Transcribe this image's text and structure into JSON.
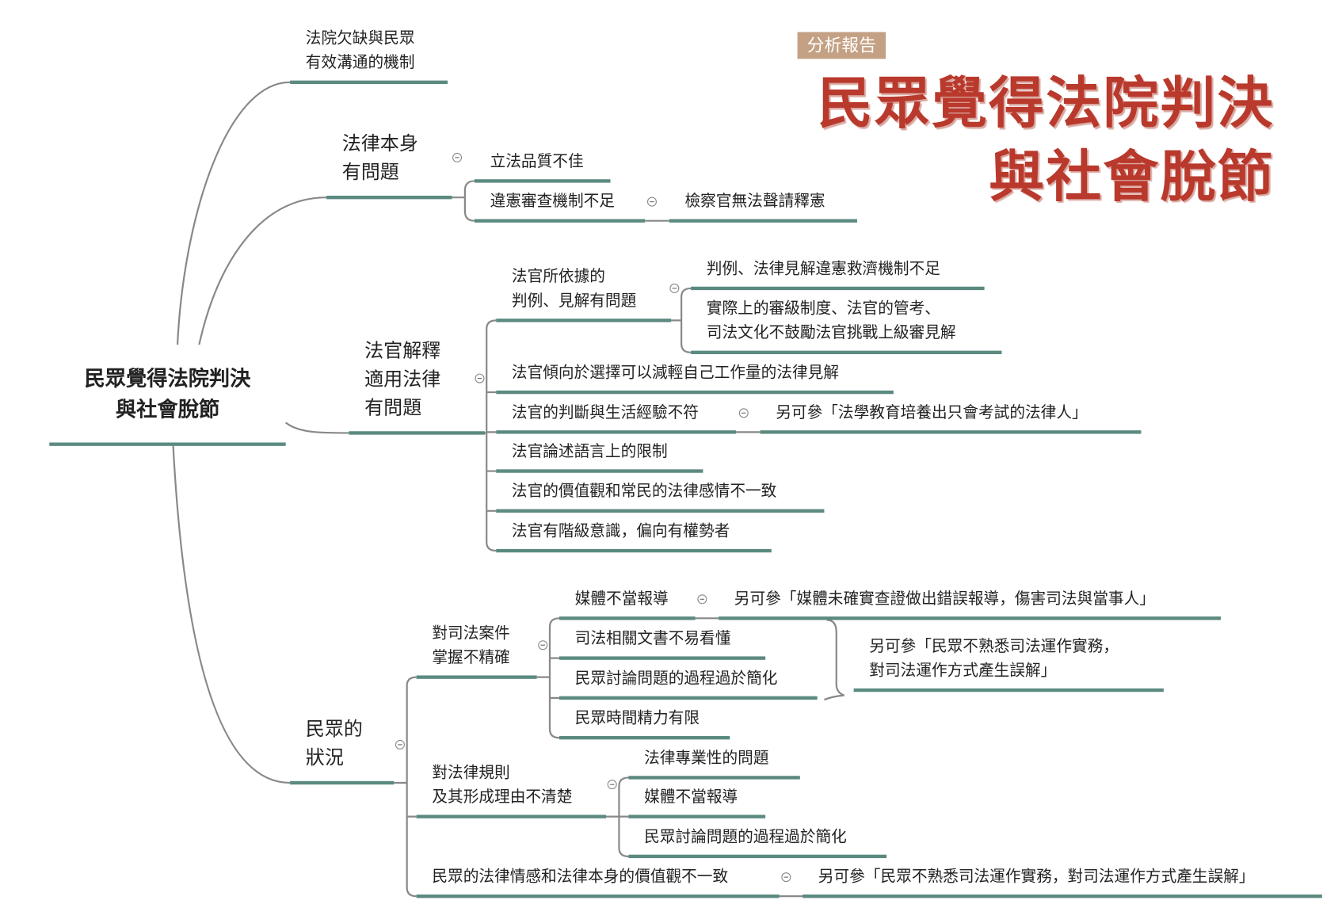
{
  "header": {
    "badge": "分析報告",
    "title_line1": "民眾覺得法院判決",
    "title_line2": "與社會脫節"
  },
  "colors": {
    "title": "#b9392c",
    "badge": "#c4a184",
    "underline": "#5b8a80",
    "connector": "#888888"
  },
  "root": {
    "lines": [
      "民眾覺得法院判決",
      "與社會脫節"
    ]
  },
  "branches": {
    "communication": {
      "lines": [
        "法院欠缺與民眾",
        "有效溝通的機制"
      ]
    },
    "law_itself": {
      "lines": [
        "法律本身",
        "有問題"
      ],
      "children": [
        {
          "label": "立法品質不佳"
        },
        {
          "label": "違憲審查機制不足",
          "note": "檢察官無法聲請釋憲"
        }
      ]
    },
    "judge_interpretation": {
      "lines": [
        "法官解釋",
        "適用法律",
        "有問題"
      ],
      "precedent": {
        "lines": [
          "法官所依據的",
          "判例、見解有問題"
        ],
        "children": [
          {
            "lines": [
              "判例、法律見解違憲救濟機制不足"
            ]
          },
          {
            "lines": [
              "實際上的審級制度、法官的管考、",
              "司法文化不鼓勵法官挑戰上級審見解"
            ]
          }
        ]
      },
      "workload": "法官傾向於選擇可以減輕自己工作量的法律見解",
      "experience": {
        "label": "法官的判斷與生活經驗不符",
        "note": "另可參「法學教育培養出只會考試的法律人」"
      },
      "language": "法官論述語言上的限制",
      "values": "法官的價值觀和常民的法律感情不一致",
      "class": "法官有階級意識，偏向有權勢者"
    },
    "public": {
      "lines": [
        "民眾的",
        "狀況"
      ],
      "cases": {
        "lines": [
          "對司法案件",
          "掌握不精確"
        ],
        "media": {
          "label": "媒體不當報導",
          "note": "另可參「媒體未確實查證做出錯誤報導，傷害司法與當事人」"
        },
        "documents": "司法相關文書不易看懂",
        "simplified": "民眾討論問題的過程過於簡化",
        "time": "民眾時間精力有限",
        "brace_note": [
          "另可參「民眾不熟悉司法運作實務，",
          "對司法運作方式產生誤解」"
        ]
      },
      "rules": {
        "lines": [
          "對法律規則",
          "及其形成理由不清楚"
        ],
        "professional": "法律專業性的問題",
        "media": "媒體不當報導",
        "simplified": "民眾討論問題的過程過於簡化"
      },
      "emotion": {
        "label": "民眾的法律情感和法律本身的價值觀不一致",
        "note": "另可參「民眾不熟悉司法運作實務，對司法運作方式產生誤解」"
      }
    }
  }
}
